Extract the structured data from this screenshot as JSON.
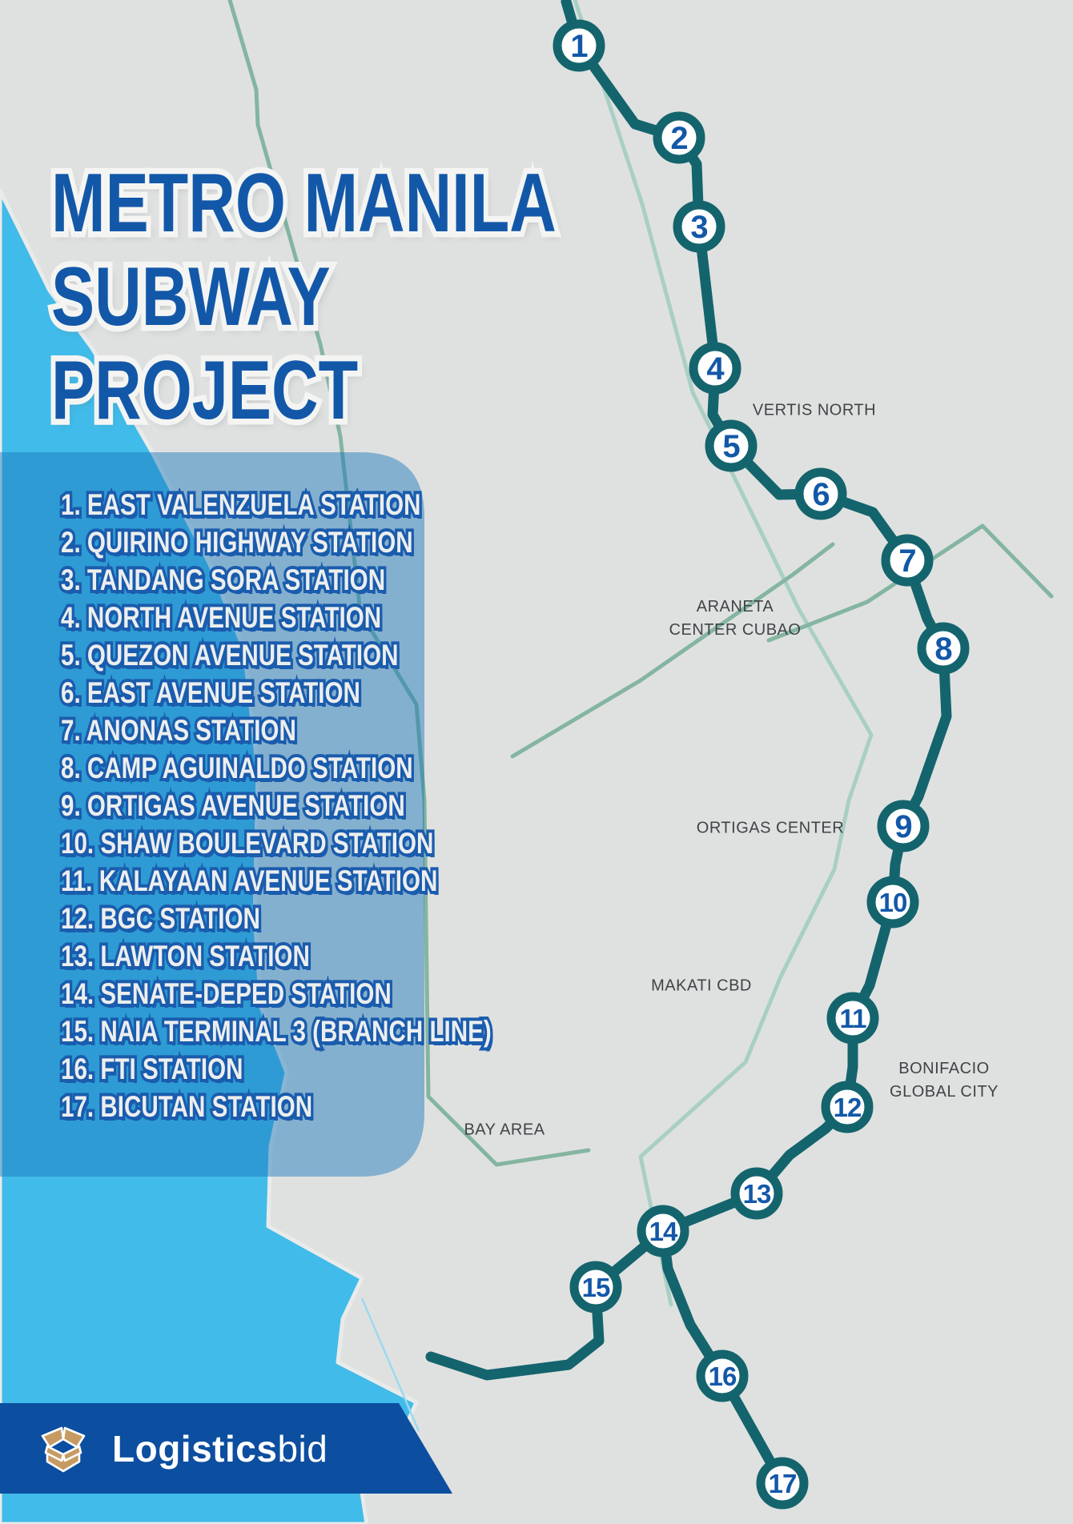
{
  "title": {
    "line1": "METRO MANILA",
    "line2": "SUBWAY",
    "line3": "PROJECT"
  },
  "stations": [
    {
      "num": "1",
      "label": "1. EAST VALENZUELA STATION"
    },
    {
      "num": "2",
      "label": "2. QUIRINO HIGHWAY STATION"
    },
    {
      "num": "3",
      "label": "3. TANDANG SORA STATION"
    },
    {
      "num": "4",
      "label": "4. NORTH AVENUE STATION"
    },
    {
      "num": "5",
      "label": "5. QUEZON AVENUE STATION"
    },
    {
      "num": "6",
      "label": "6. EAST AVENUE STATION"
    },
    {
      "num": "7",
      "label": "7. ANONAS STATION"
    },
    {
      "num": "8",
      "label": "8. CAMP AGUINALDO STATION"
    },
    {
      "num": "9",
      "label": "9. ORTIGAS AVENUE STATION"
    },
    {
      "num": "10",
      "label": "10. SHAW BOULEVARD STATION"
    },
    {
      "num": "11",
      "label": "11. KALAYAAN AVENUE STATION"
    },
    {
      "num": "12",
      "label": "12. BGC STATION"
    },
    {
      "num": "13",
      "label": "13. LAWTON STATION"
    },
    {
      "num": "14",
      "label": "14. SENATE-DEPED STATION"
    },
    {
      "num": "15",
      "label": "15. NAIA TERMINAL 3 (BRANCH LINE)"
    },
    {
      "num": "16",
      "label": "16. FTI STATION"
    },
    {
      "num": "17",
      "label": "17. BICUTAN STATION"
    }
  ],
  "map_labels": {
    "vertis_north": "VERTIS NORTH",
    "araneta_line1": "ARANETA",
    "araneta_line2": "CENTER CUBAO",
    "ortigas_center": "ORTIGAS CENTER",
    "makati_cbd": "MAKATI CBD",
    "bgc_line1": "BONIFACIO",
    "bgc_line2": "GLOBAL CITY",
    "bay_area": "BAY AREA"
  },
  "logo": {
    "brand_bold": "Logistics",
    "brand_light": "bid"
  },
  "colors": {
    "accent_blue": "#1358A8",
    "line_teal": "#14646D",
    "water_blue": "#41BBE9",
    "panel_blue": "#1976BC",
    "banner_navy": "#0C4E9F",
    "box_tan": "#C59B63",
    "road_green": "#84B5A1",
    "road_pale": "#A9CFC4",
    "map_gray": "#DFE1E0",
    "label_gray": "#3F4447"
  }
}
